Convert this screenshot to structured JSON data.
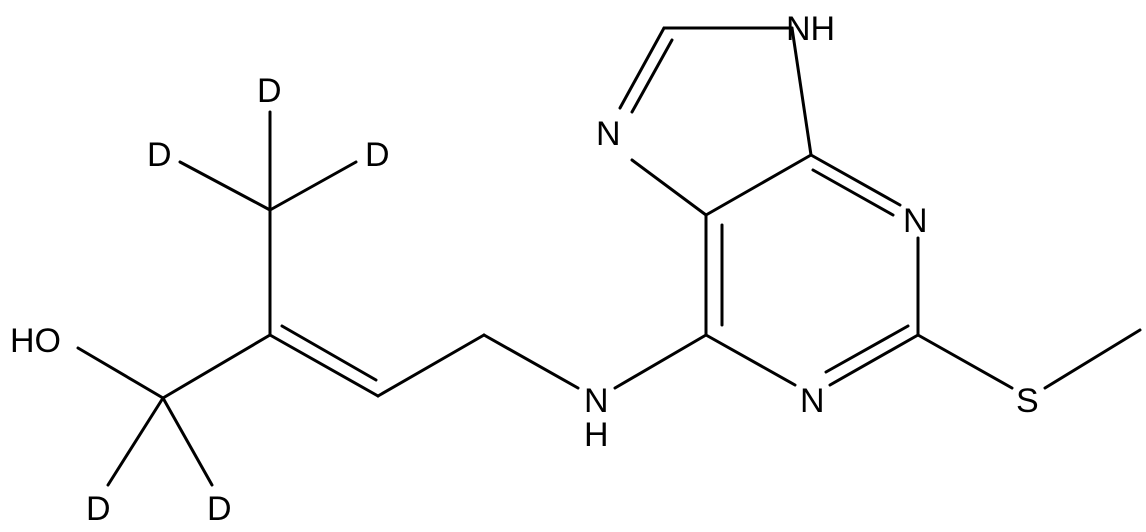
{
  "molecule": {
    "atoms": {
      "nh_ring": "NH",
      "n7": "N",
      "n3": "N",
      "n1": "N",
      "s": "S",
      "nh_amine": "N",
      "h_amine": "H",
      "oh": "HO",
      "d_methyl_top": "D",
      "d_methyl_left": "D",
      "d_methyl_right": "D",
      "d_ch2_left": "D",
      "d_ch2_right": "D"
    }
  }
}
